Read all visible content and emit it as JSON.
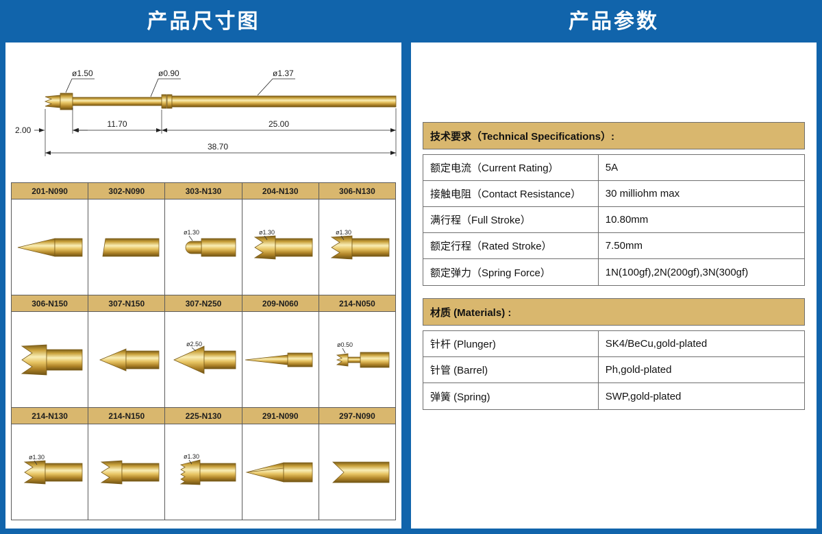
{
  "titles": {
    "left": "产品尺寸图",
    "right": "产品参数"
  },
  "colors": {
    "background_blue": "#1164ab",
    "table_header_tan": "#d9b76e",
    "gold_light": "#f9eeb6",
    "gold_dark": "#7a5c18"
  },
  "drawing": {
    "dia_tip": "ø1.50",
    "dia_shaft": "ø0.90",
    "dia_barrel": "ø1.37",
    "len_tip": "2.00",
    "len_shaft": "11.70",
    "len_barrel": "25.00",
    "len_total": "38.70"
  },
  "grid": {
    "cells": [
      {
        "label": "201-N090",
        "dim": ""
      },
      {
        "label": "302-N090",
        "dim": ""
      },
      {
        "label": "303-N130",
        "dim": "ø1.30"
      },
      {
        "label": "204-N130",
        "dim": "ø1.30"
      },
      {
        "label": "306-N130",
        "dim": "ø1.30"
      },
      {
        "label": "306-N150",
        "dim": ""
      },
      {
        "label": "307-N150",
        "dim": ""
      },
      {
        "label": "307-N250",
        "dim": "ø2.50"
      },
      {
        "label": "209-N060",
        "dim": ""
      },
      {
        "label": "214-N050",
        "dim": "ø0.50"
      },
      {
        "label": "214-N130",
        "dim": "ø1.30"
      },
      {
        "label": "214-N150",
        "dim": ""
      },
      {
        "label": "225-N130",
        "dim": "ø1.30"
      },
      {
        "label": "291-N090",
        "dim": ""
      },
      {
        "label": "297-N090",
        "dim": ""
      }
    ]
  },
  "specs": {
    "title": "技术要求（Technical Specifications）:",
    "rows": [
      {
        "label": "额定电流（Current Rating）",
        "value": "5A"
      },
      {
        "label": "接触电阻（Contact Resistance）",
        "value": "30 milliohm max"
      },
      {
        "label": "满行程（Full Stroke）",
        "value": "10.80mm"
      },
      {
        "label": "额定行程（Rated Stroke）",
        "value": "7.50mm"
      },
      {
        "label": "额定弹力（Spring Force）",
        "value": "1N(100gf),2N(200gf),3N(300gf)"
      }
    ]
  },
  "materials": {
    "title": "材质 (Materials) :",
    "rows": [
      {
        "label": "针杆 (Plunger)",
        "value": "SK4/BeCu,gold-plated"
      },
      {
        "label": "针管 (Barrel)",
        "value": "Ph,gold-plated"
      },
      {
        "label": "弹簧 (Spring)",
        "value": "SWP,gold-plated"
      }
    ]
  }
}
